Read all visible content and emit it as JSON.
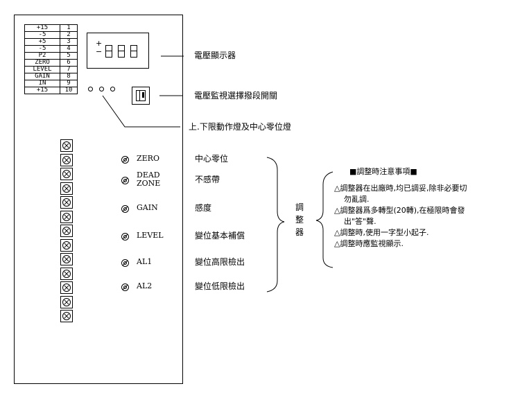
{
  "pins": [
    {
      "name": "+15",
      "num": "1"
    },
    {
      "name": "-5",
      "num": "2"
    },
    {
      "name": "+5",
      "num": "3"
    },
    {
      "name": "-5",
      "num": "4"
    },
    {
      "name": "P2",
      "num": "5"
    },
    {
      "name": "ZERO",
      "num": "6"
    },
    {
      "name": "LEVEL",
      "num": "7"
    },
    {
      "name": "GAIN",
      "num": "8"
    },
    {
      "name": "IN",
      "num": "9"
    },
    {
      "name": "+15",
      "num": "10"
    }
  ],
  "display": {
    "plus": "+",
    "minus": "−",
    "digit_count": 3
  },
  "labels": {
    "display": "電壓顯示器",
    "selector_switch": "電壓監視選擇撥段開關",
    "limit_lamps": "上.下限動作燈及中心零位燈"
  },
  "adjusters": [
    {
      "label": "ZERO",
      "function": "中心零位"
    },
    {
      "label": "DEAD\nZONE",
      "function": "不感帶"
    },
    {
      "label": "GAIN",
      "function": "感度"
    },
    {
      "label": "LEVEL",
      "function": "變位基本補償"
    },
    {
      "label": "AL1",
      "function": "變位高限檢出"
    },
    {
      "label": "AL2",
      "function": "變位低限檢出"
    }
  ],
  "bracket_title": "調整器",
  "notes": {
    "heading": "■調整時注意事項■",
    "items": [
      [
        "△調整器在出廠時,均已調妥,除非必要切",
        "勿亂調."
      ],
      [
        "△調整器爲多轉型(20轉),在極限時會發",
        "出\"答\"聲."
      ],
      [
        "△調整時,使用一字型小起子."
      ],
      [
        "△調整時應監視顯示."
      ]
    ]
  },
  "terminal_count": 13
}
